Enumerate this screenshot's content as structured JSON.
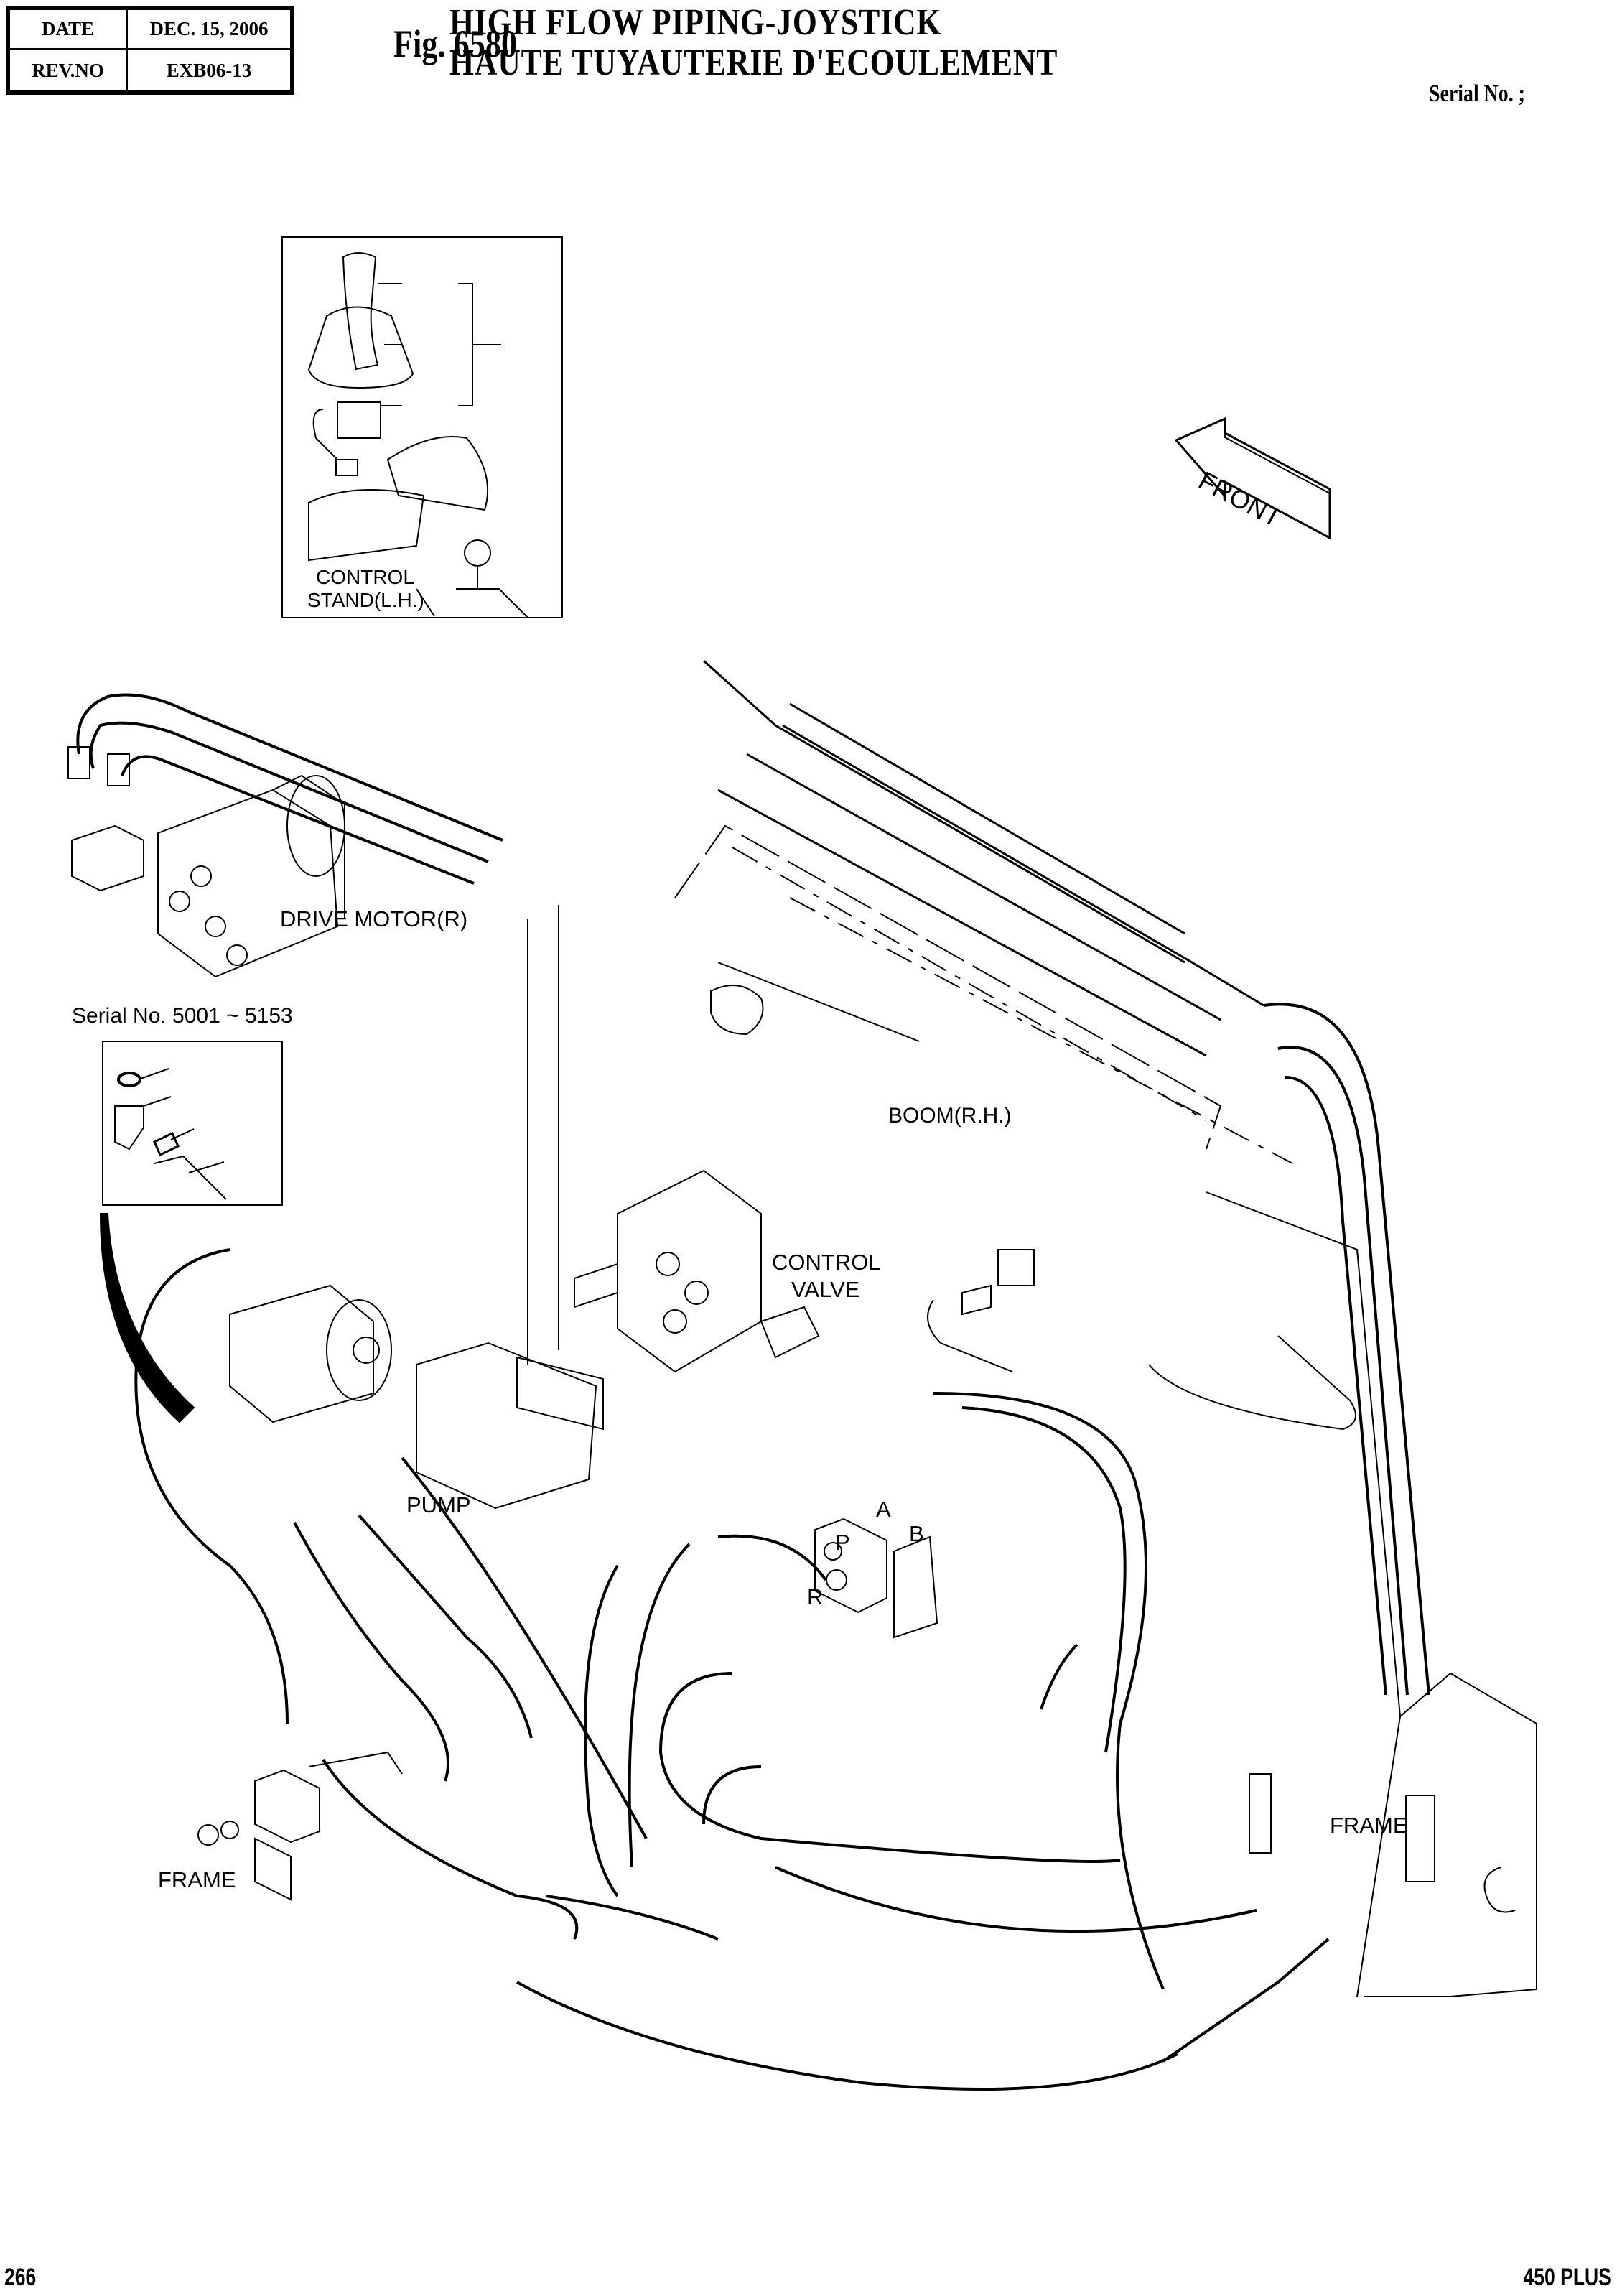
{
  "header": {
    "date_label": "DATE",
    "date_value": "DEC. 15, 2006",
    "rev_label": "REV.NO",
    "rev_value": "EXB06-13",
    "figure_number": "Fig. 6580",
    "title_en": "HIGH FLOW PIPING-JOYSTICK",
    "title_fr": "HAUTE TUYAUTERIE D'ECOULEMENT",
    "serial_label": "Serial No. ;"
  },
  "diagram": {
    "labels": {
      "control_stand": "CONTROL\nSTAND(L.H.)",
      "control_stand_l1": "CONTROL",
      "control_stand_l2": "STAND(L.H.)",
      "front": "FRONT",
      "drive_motor": "DRIVE MOTOR(R)",
      "serial_range": "Serial No. 5001 ~ 5153",
      "boom": "BOOM(R.H.)",
      "control_valve_l1": "CONTROL",
      "control_valve_l2": "VALVE",
      "pump": "PUMP",
      "port_a": "A",
      "port_b": "B",
      "port_p": "P",
      "port_r": "R",
      "frame_left": "FRAME",
      "frame_right": "FRAME"
    }
  },
  "footer": {
    "page_number": "266",
    "model": "450 PLUS"
  }
}
